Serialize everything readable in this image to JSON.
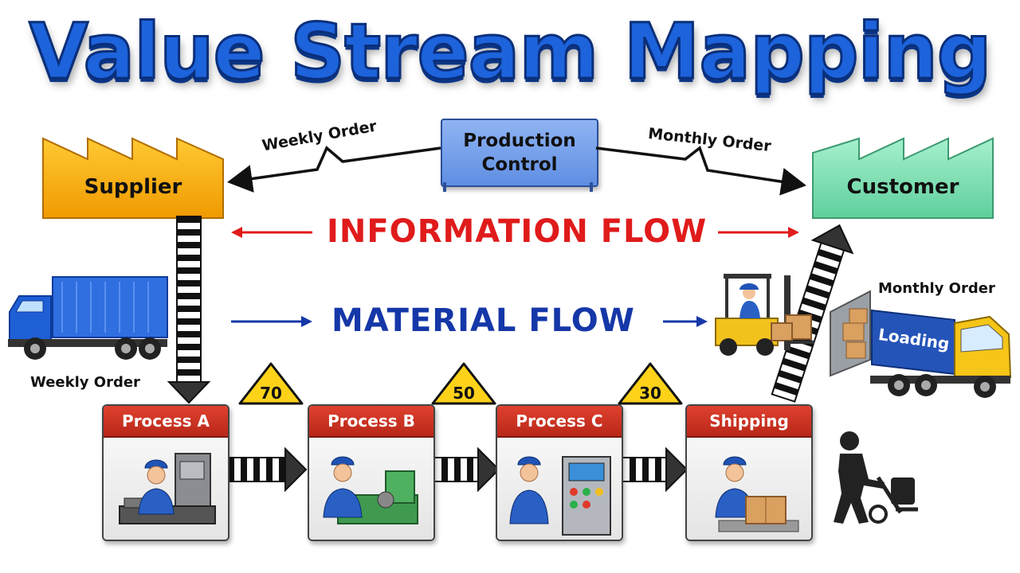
{
  "title": "Value Stream Mapping",
  "supplier": {
    "label": "Supplier",
    "color": "#f5b21a"
  },
  "customer": {
    "label": "Customer",
    "color": "#7fe0b5"
  },
  "production_control": {
    "line1": "Production",
    "line2": "Control",
    "color": "#6f9be6"
  },
  "orders": {
    "weekly_top": "Weekly Order",
    "monthly_top": "Monthly Order",
    "weekly_truck": "Weekly Order",
    "monthly_truck": "Monthly Order"
  },
  "information_flow": {
    "label": "INFORMATION FLOW",
    "color": "#e01b1b"
  },
  "material_flow": {
    "label": "MATERIAL FLOW",
    "color": "#1537a8"
  },
  "truck_right": {
    "label": "Loading"
  },
  "processes": [
    {
      "label": "Process A"
    },
    {
      "label": "Process B"
    },
    {
      "label": "Process C"
    },
    {
      "label": "Shipping"
    }
  ],
  "inventory": [
    {
      "value": "70"
    },
    {
      "value": "50"
    },
    {
      "value": "30"
    }
  ],
  "icons": [
    "factory-icon",
    "truck-icon",
    "forklift-icon",
    "worker-icon",
    "hand-truck-icon",
    "inventory-triangle-icon",
    "push-arrow-icon"
  ]
}
